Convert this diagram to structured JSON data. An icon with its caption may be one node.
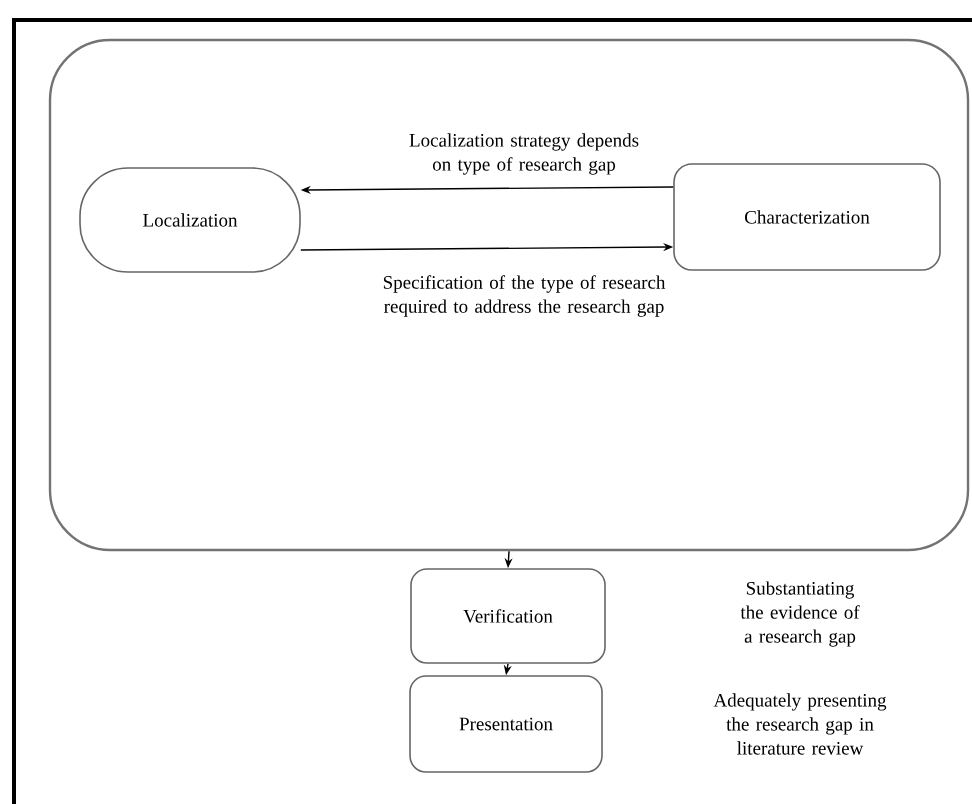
{
  "diagram": {
    "nodes": [
      {
        "text": [],
        "shape": "box"
      },
      {
        "text": [
          "Localization"
        ],
        "in": 0
      },
      {
        "text": [
          "Characterization"
        ],
        "in": 0
      },
      {
        "text": [
          "Verification"
        ]
      },
      {
        "text": [
          "Presentation"
        ]
      }
    ],
    "edges": [
      {
        "from": 2,
        "to": 1,
        "arrow": "to",
        "label": "Localization strategy depends on type of research gap"
      },
      {
        "from": 1,
        "to": 2,
        "arrow": "to",
        "label": "Specification of the type of research required to address the research gap"
      },
      {
        "from": 0,
        "to": 3,
        "arrow": "to"
      },
      {
        "from": 3,
        "to": 4,
        "arrow": "to"
      }
    ],
    "labels": [
      "Substantiating the evidence of a research gap",
      "Adequately presenting the research gap in literature review"
    ]
  }
}
